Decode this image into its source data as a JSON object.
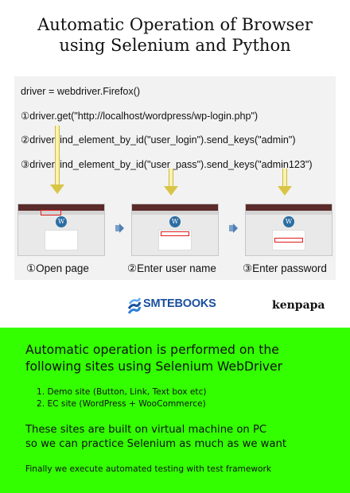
{
  "title": {
    "line1": "Automatic Operation of Browser",
    "line2": "using Selenium and Python"
  },
  "code": {
    "line1": "driver = webdriver.Firefox()",
    "line2": "①driver.get(\"http://localhost/wordpress/wp-login.php\")",
    "line3": "②driver.find_element_by_id(\"user_login\").send_keys(\"admin\")",
    "line4": "③driver.find_element_by_id(\"user_pass\").send_keys(\"admin123\")"
  },
  "steps": [
    {
      "label": "①Open page"
    },
    {
      "label": "②Enter user name"
    },
    {
      "label": "③Enter password"
    }
  ],
  "screenshot_logo_glyph": "W",
  "publisher": "SMTEBOOKS",
  "author": "kenpapa",
  "colors": {
    "green_band": "#33ff00",
    "code_background": "#f2f2f2",
    "highlight_box": "#e01b1b",
    "publisher_blue": "#1a4f9c"
  },
  "description": {
    "heading_line1": "Automatic operation is performed on the",
    "heading_line2": "following sites using Selenium WebDriver",
    "sites": [
      "1. Demo site (Button, Link, Text box etc)",
      "2. EC site (WordPress + WooCommerce)"
    ],
    "built_line1": "These sites are built on virtual machine on PC",
    "built_line2": "so we can practice Selenium as much as we want",
    "final": "Finally we execute automated testing with test framework"
  }
}
